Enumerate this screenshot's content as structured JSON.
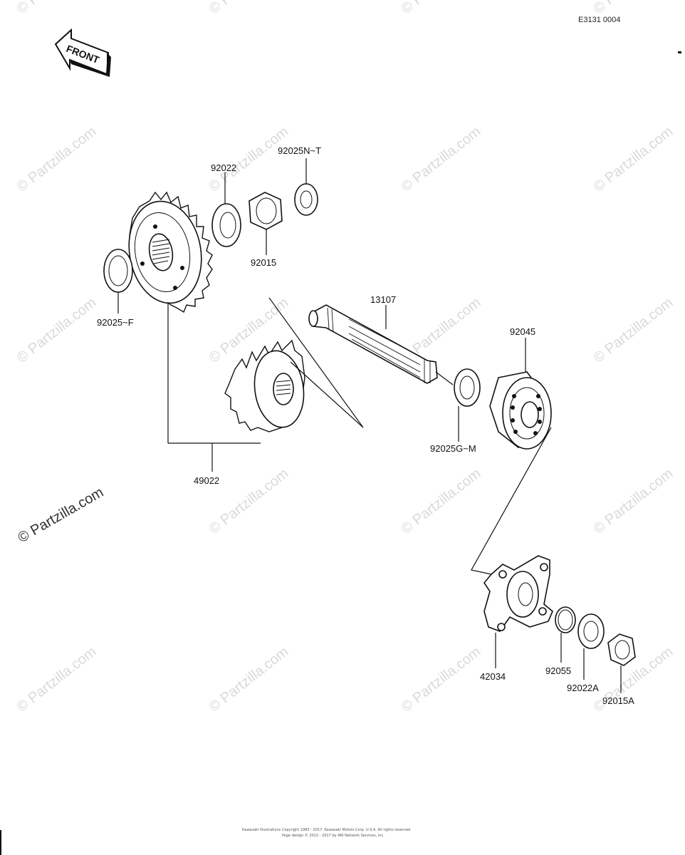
{
  "diagram": {
    "ref_code": "E3131 0004",
    "front_label": "FRONT",
    "watermark": "© Partzilla.com",
    "copyright_lines": [
      "Kawasaki Illustrations Copyright 1983 - 2017. Kawasaki Motors Corp. U.S.A. All rights reserved",
      "Page design © 2012 - 2017 by ARI Network Services, Inc."
    ],
    "parts": [
      {
        "id": "p92025NT",
        "label": "92025N~T"
      },
      {
        "id": "p92022",
        "label": "92022"
      },
      {
        "id": "p92015",
        "label": "92015"
      },
      {
        "id": "p92025F",
        "label": "92025~F"
      },
      {
        "id": "p13107",
        "label": "13107"
      },
      {
        "id": "p92045",
        "label": "92045"
      },
      {
        "id": "p92025GM",
        "label": "92025G~M"
      },
      {
        "id": "p49022",
        "label": "49022"
      },
      {
        "id": "p42034",
        "label": "42034"
      },
      {
        "id": "p92055",
        "label": "92055"
      },
      {
        "id": "p92022A",
        "label": "92022A"
      },
      {
        "id": "p92015A",
        "label": "92015A"
      }
    ]
  }
}
